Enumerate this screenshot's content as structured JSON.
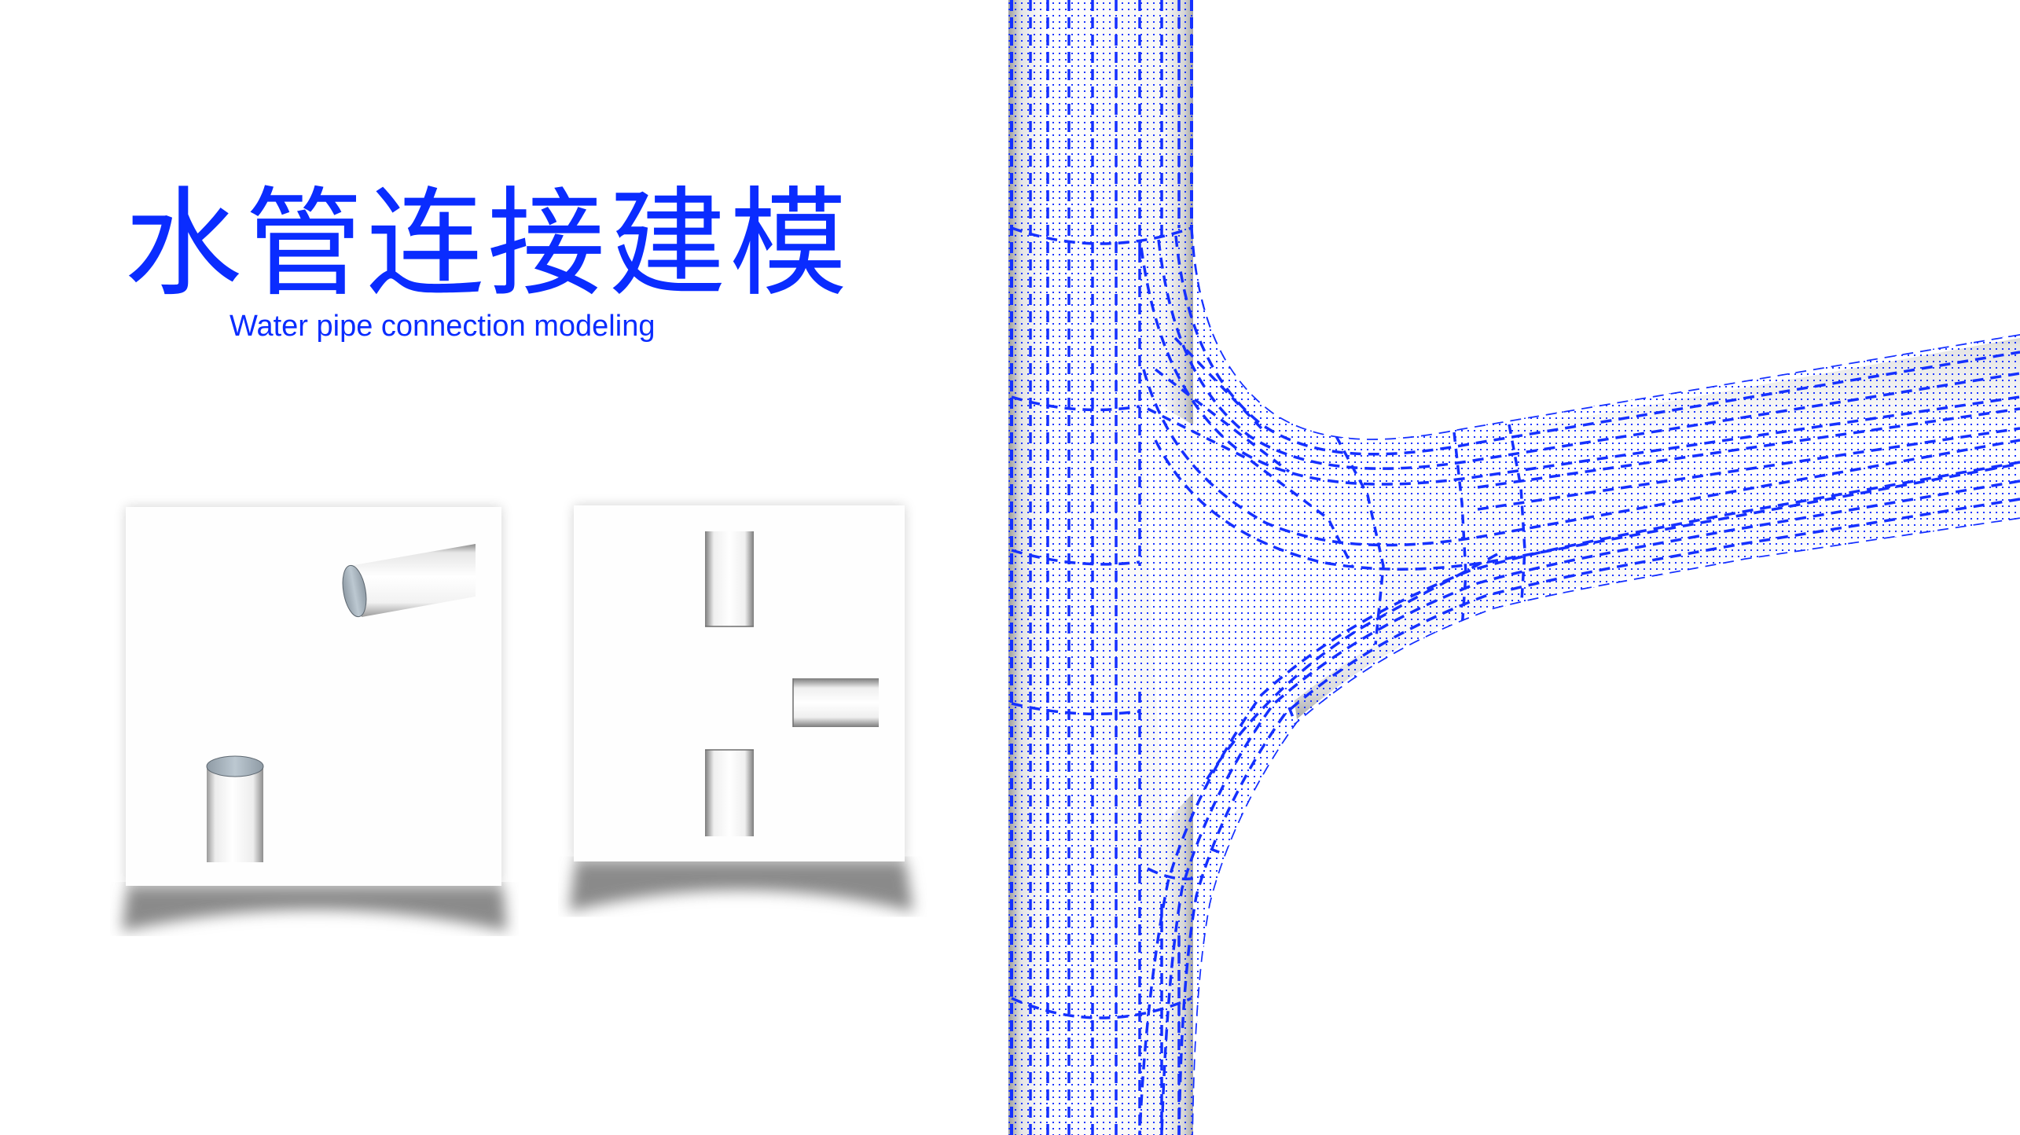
{
  "header": {
    "title_zh": "水管连接建模",
    "title_en": "Water pipe connection modeling"
  },
  "colors": {
    "accent": "#0a2cff",
    "mesh_line": "#1530ff",
    "pipe_shade": "#9a9a9a",
    "pipe_cap": "#b7c4ce"
  },
  "panels": [
    {
      "name": "before-connection-panel",
      "description": "two separate cylindrical pipe ends (tilted and upright)"
    },
    {
      "name": "top-view-panel",
      "description": "three pipe stubs in top view forming a T arrangement"
    }
  ],
  "mesh_view": {
    "description": "T-junction pipe surface mesh with blue dashed grid lines and dot grid"
  }
}
